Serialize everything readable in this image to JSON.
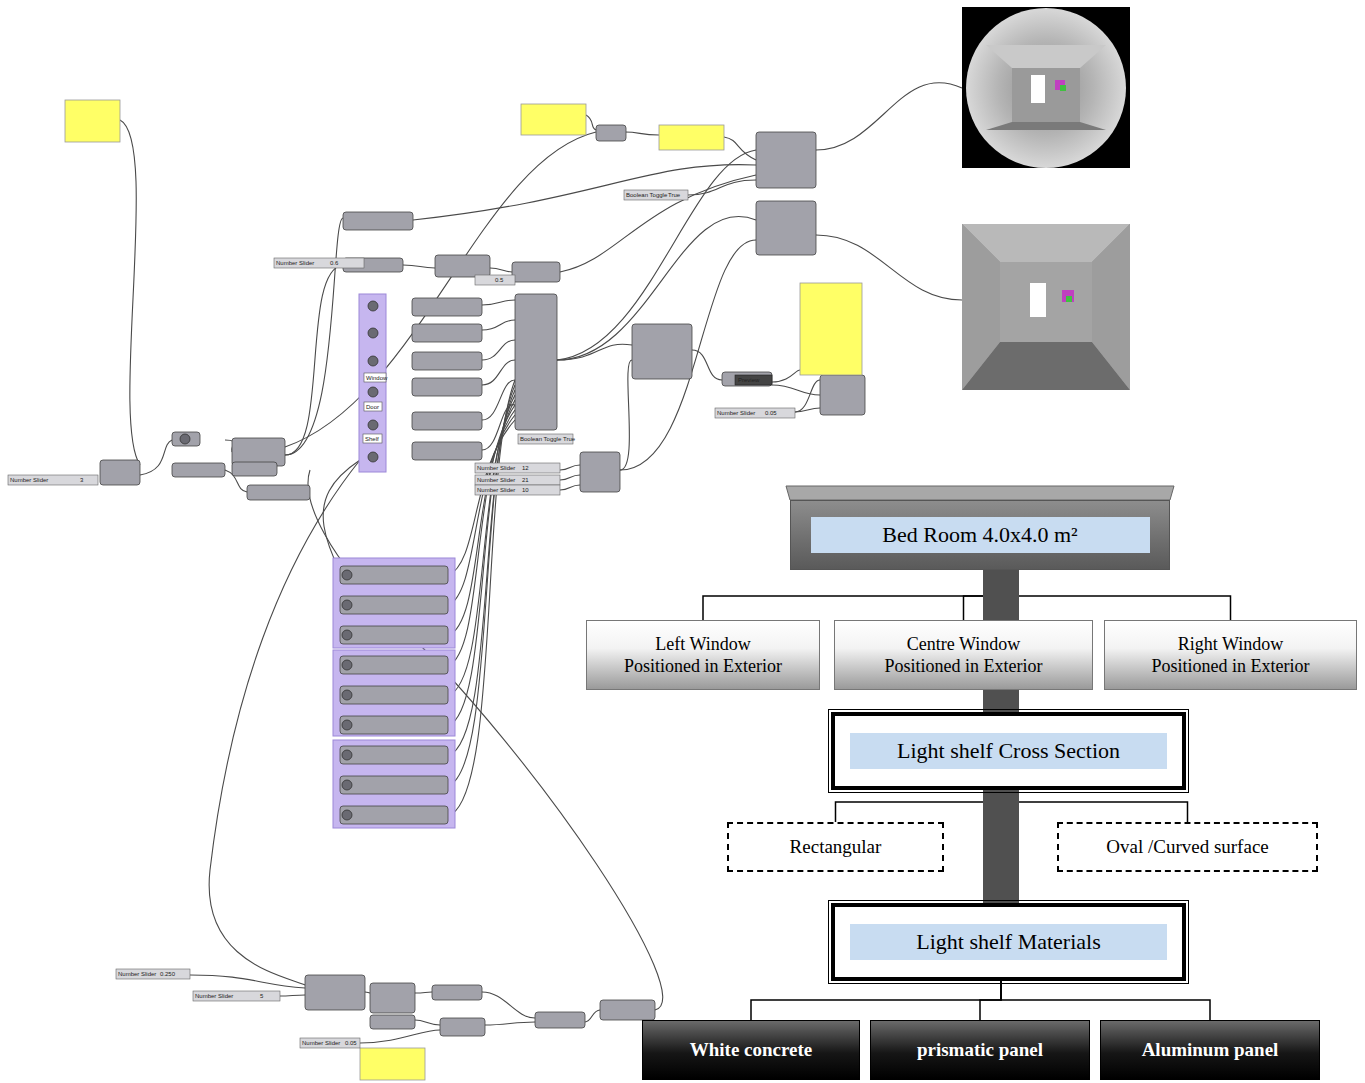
{
  "diagram": {
    "nodes": [
      {
        "text": [
          "Bed Room 4.0x4.0 m²"
        ]
      },
      {
        "text": [
          "Left Window Positioned in Exterior"
        ]
      },
      {
        "text": [
          "Centre Window Positioned in Exterior"
        ]
      },
      {
        "text": [
          "Right Window Positioned in Exterior"
        ]
      },
      {
        "text": [
          "Light shelf Cross Section"
        ]
      },
      {
        "text": [
          "Rectangular"
        ]
      },
      {
        "text": [
          "Oval /Curved surface"
        ]
      },
      {
        "text": [
          "Light shelf Materials"
        ]
      },
      {
        "text": [
          "White concrete"
        ]
      },
      {
        "text": [
          "prismatic panel"
        ]
      },
      {
        "text": [
          "Aluminum panel"
        ]
      }
    ],
    "edges": [
      {
        "from": 0,
        "to": 1,
        "arrow": "none"
      },
      {
        "from": 0,
        "to": 2,
        "arrow": "none"
      },
      {
        "from": 0,
        "to": 3,
        "arrow": "none"
      },
      {
        "from": 0,
        "to": 4,
        "arrow": "none"
      },
      {
        "from": 4,
        "to": 5,
        "arrow": "none"
      },
      {
        "from": 4,
        "to": 6,
        "arrow": "none"
      },
      {
        "from": 4,
        "to": 7,
        "arrow": "none"
      },
      {
        "from": 7,
        "to": 8,
        "arrow": "none"
      },
      {
        "from": 7,
        "to": 9,
        "arrow": "none"
      },
      {
        "from": 7,
        "to": 10,
        "arrow": "none"
      }
    ],
    "labels": [
      "Number Slider",
      "3",
      "Number Slider",
      "0.6",
      "0.5",
      "Boolean Toggle",
      "True",
      "Window",
      "Door",
      "Shelf",
      "Boolean Toggle",
      "True",
      "Number Slider",
      "12",
      "Number Slider",
      "21",
      "Number Slider",
      "10",
      "Preview",
      "Number Slider",
      "0.05",
      "Number Slider",
      "0.250",
      "Number Slider",
      "5",
      "Number Slider",
      "0.05"
    ]
  }
}
